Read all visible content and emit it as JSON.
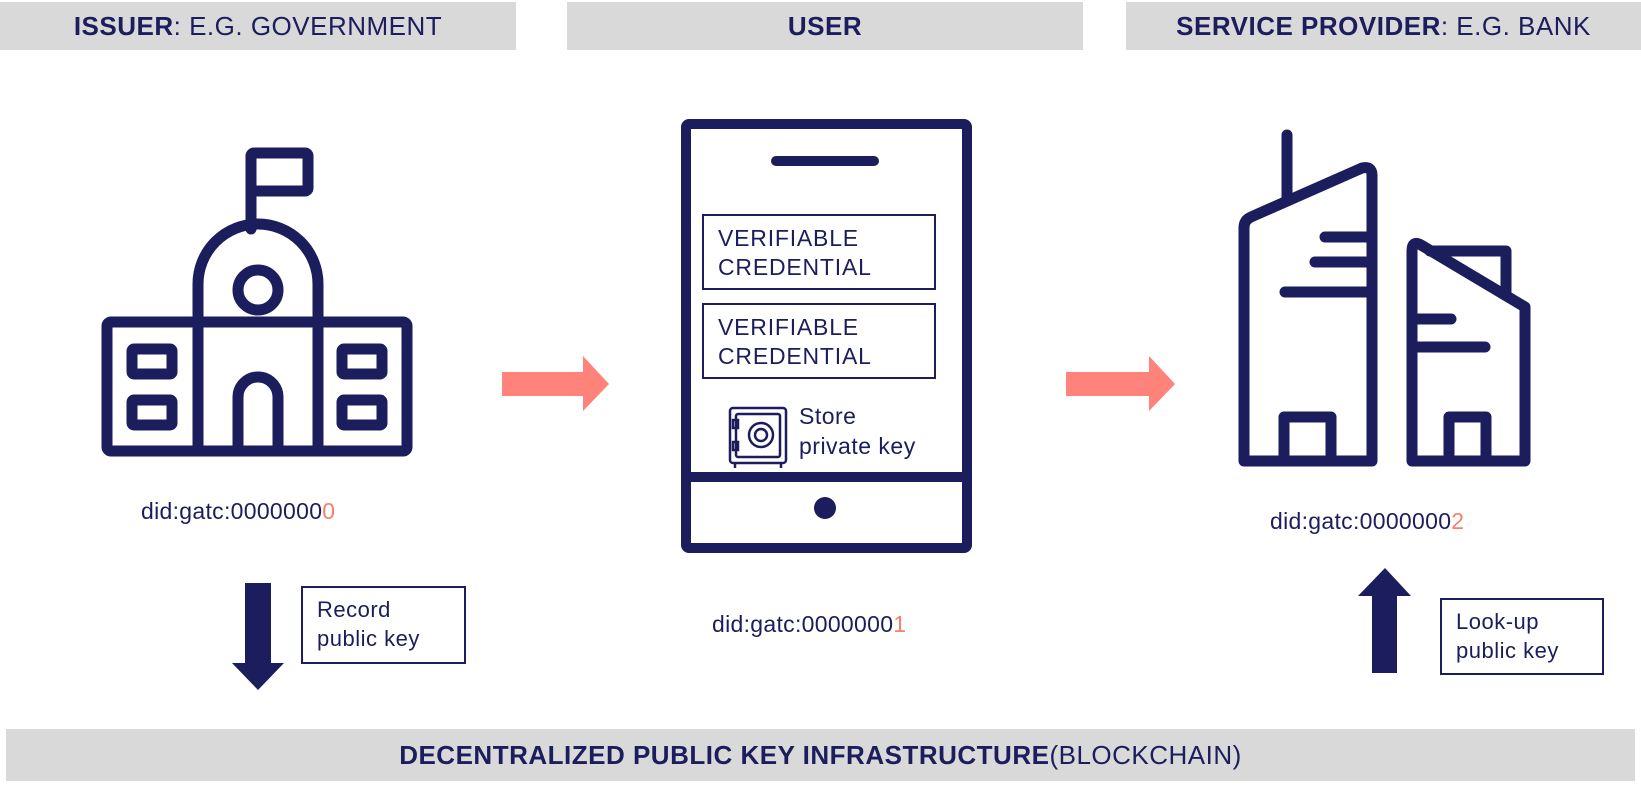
{
  "headers": {
    "issuer": {
      "bold": "ISSUER",
      "rest": ": E.G. GOVERNMENT"
    },
    "user": {
      "bold": "USER"
    },
    "provider": {
      "bold": "SERVICE PROVIDER",
      "rest": ": E.G. BANK"
    }
  },
  "issuer": {
    "icon": "government-building-icon",
    "did_prefix": "did:gatc:0000000",
    "did_last": "0",
    "action_box": {
      "line1": "Record",
      "line2": "public key"
    },
    "arrow": "down-arrow"
  },
  "user": {
    "icon": "smartphone-icon",
    "credentials": [
      {
        "line1": "VERIFIABLE",
        "line2": "CREDENTIAL"
      },
      {
        "line1": "VERIFIABLE",
        "line2": "CREDENTIAL"
      }
    ],
    "safe": {
      "icon": "safe-icon",
      "line1": "Store",
      "line2": "private key"
    },
    "did_prefix": "did:gatc:0000000",
    "did_last": "1"
  },
  "provider": {
    "icon": "bank-buildings-icon",
    "did_prefix": "did:gatc:0000000",
    "did_last": "2",
    "action_box": {
      "line1": "Look-up",
      "line2": "public key"
    },
    "arrow": "up-arrow"
  },
  "footer": {
    "bold": "DECENTRALIZED PUBLIC KEY INFRASTRUCTURE",
    "rest": " (BLOCKCHAIN)"
  },
  "colors": {
    "navy": "#1b1d5c",
    "salmon": "#ff837a",
    "gray_bar": "#d9d9d9",
    "accent_digit": "#f5806f"
  }
}
